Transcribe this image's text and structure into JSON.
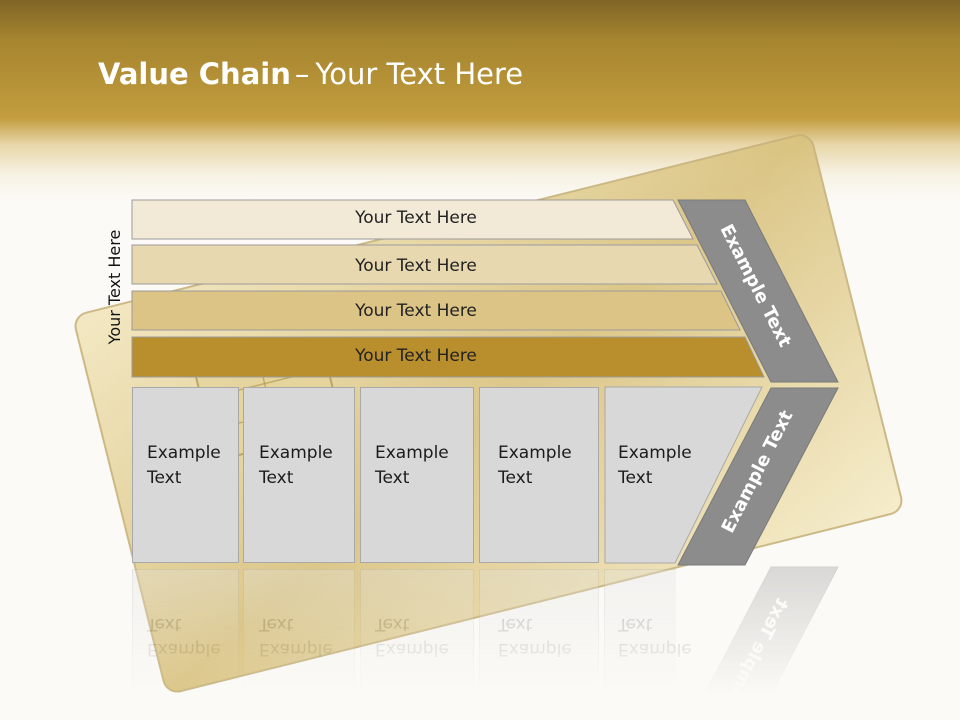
{
  "title": {
    "bold": "Value Chain",
    "dash": "–",
    "rest": "Your Text Here"
  },
  "side_label": "Your Text Here",
  "bars": [
    {
      "label": "Your Text Here",
      "color": "#f2ead7"
    },
    {
      "label": "Your Text Here",
      "color": "#e8d8b0"
    },
    {
      "label": "Your Text Here",
      "color": "#dcc386"
    },
    {
      "label": "Your Text Here",
      "color": "#b98f2e"
    }
  ],
  "boxes": [
    {
      "line1": "Example",
      "line2": "Text"
    },
    {
      "line1": "Example",
      "line2": "Text"
    },
    {
      "line1": "Example",
      "line2": "Text"
    },
    {
      "line1": "Example",
      "line2": "Text"
    },
    {
      "line1": "Example",
      "line2": "Text"
    }
  ],
  "chevron": {
    "top_label": "Example Text",
    "bottom_label": "Example Text",
    "color": "#8c8c8c"
  },
  "colors": {
    "header": "#b8932f",
    "box": "#d8d8d8"
  }
}
